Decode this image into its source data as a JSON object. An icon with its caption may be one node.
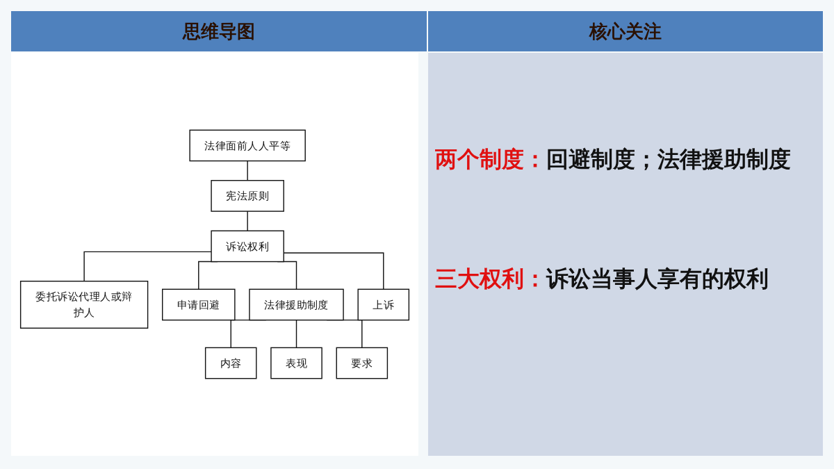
{
  "diagram": {
    "nodes": [
      {
        "text": [
          "法律面前人人平等"
        ]
      },
      {
        "text": [
          "宪法原则"
        ]
      },
      {
        "text": [
          "委托诉讼代理人或辩护人"
        ]
      },
      {
        "text": [
          "诉讼权利"
        ]
      },
      {
        "text": [
          "申请回避"
        ]
      },
      {
        "text": [
          "法律援助制度"
        ]
      },
      {
        "text": [
          "上诉"
        ]
      },
      {
        "text": [
          "内容"
        ]
      },
      {
        "text": [
          "表现"
        ]
      },
      {
        "text": [
          "要求"
        ]
      }
    ],
    "edges": [
      {
        "from": 0,
        "to": 1,
        "arrow": "none"
      },
      {
        "from": 1,
        "to": 3,
        "arrow": "none"
      },
      {
        "from": 3,
        "to": 2,
        "arrow": "none"
      },
      {
        "from": 3,
        "to": 4,
        "arrow": "none"
      },
      {
        "from": 3,
        "to": 6,
        "arrow": "none"
      },
      {
        "from": 3,
        "to": 5,
        "arrow": "none"
      },
      {
        "from": 5,
        "to": 7,
        "arrow": "none"
      },
      {
        "from": 5,
        "to": 8,
        "arrow": "none"
      },
      {
        "from": 5,
        "to": 9,
        "arrow": "none"
      }
    ],
    "labels": [
      "思维导图",
      "核心关注",
      "两个制度：",
      "回避制度；法律援助制度",
      "三大权利：",
      "诉讼当事人享有的权利"
    ]
  }
}
